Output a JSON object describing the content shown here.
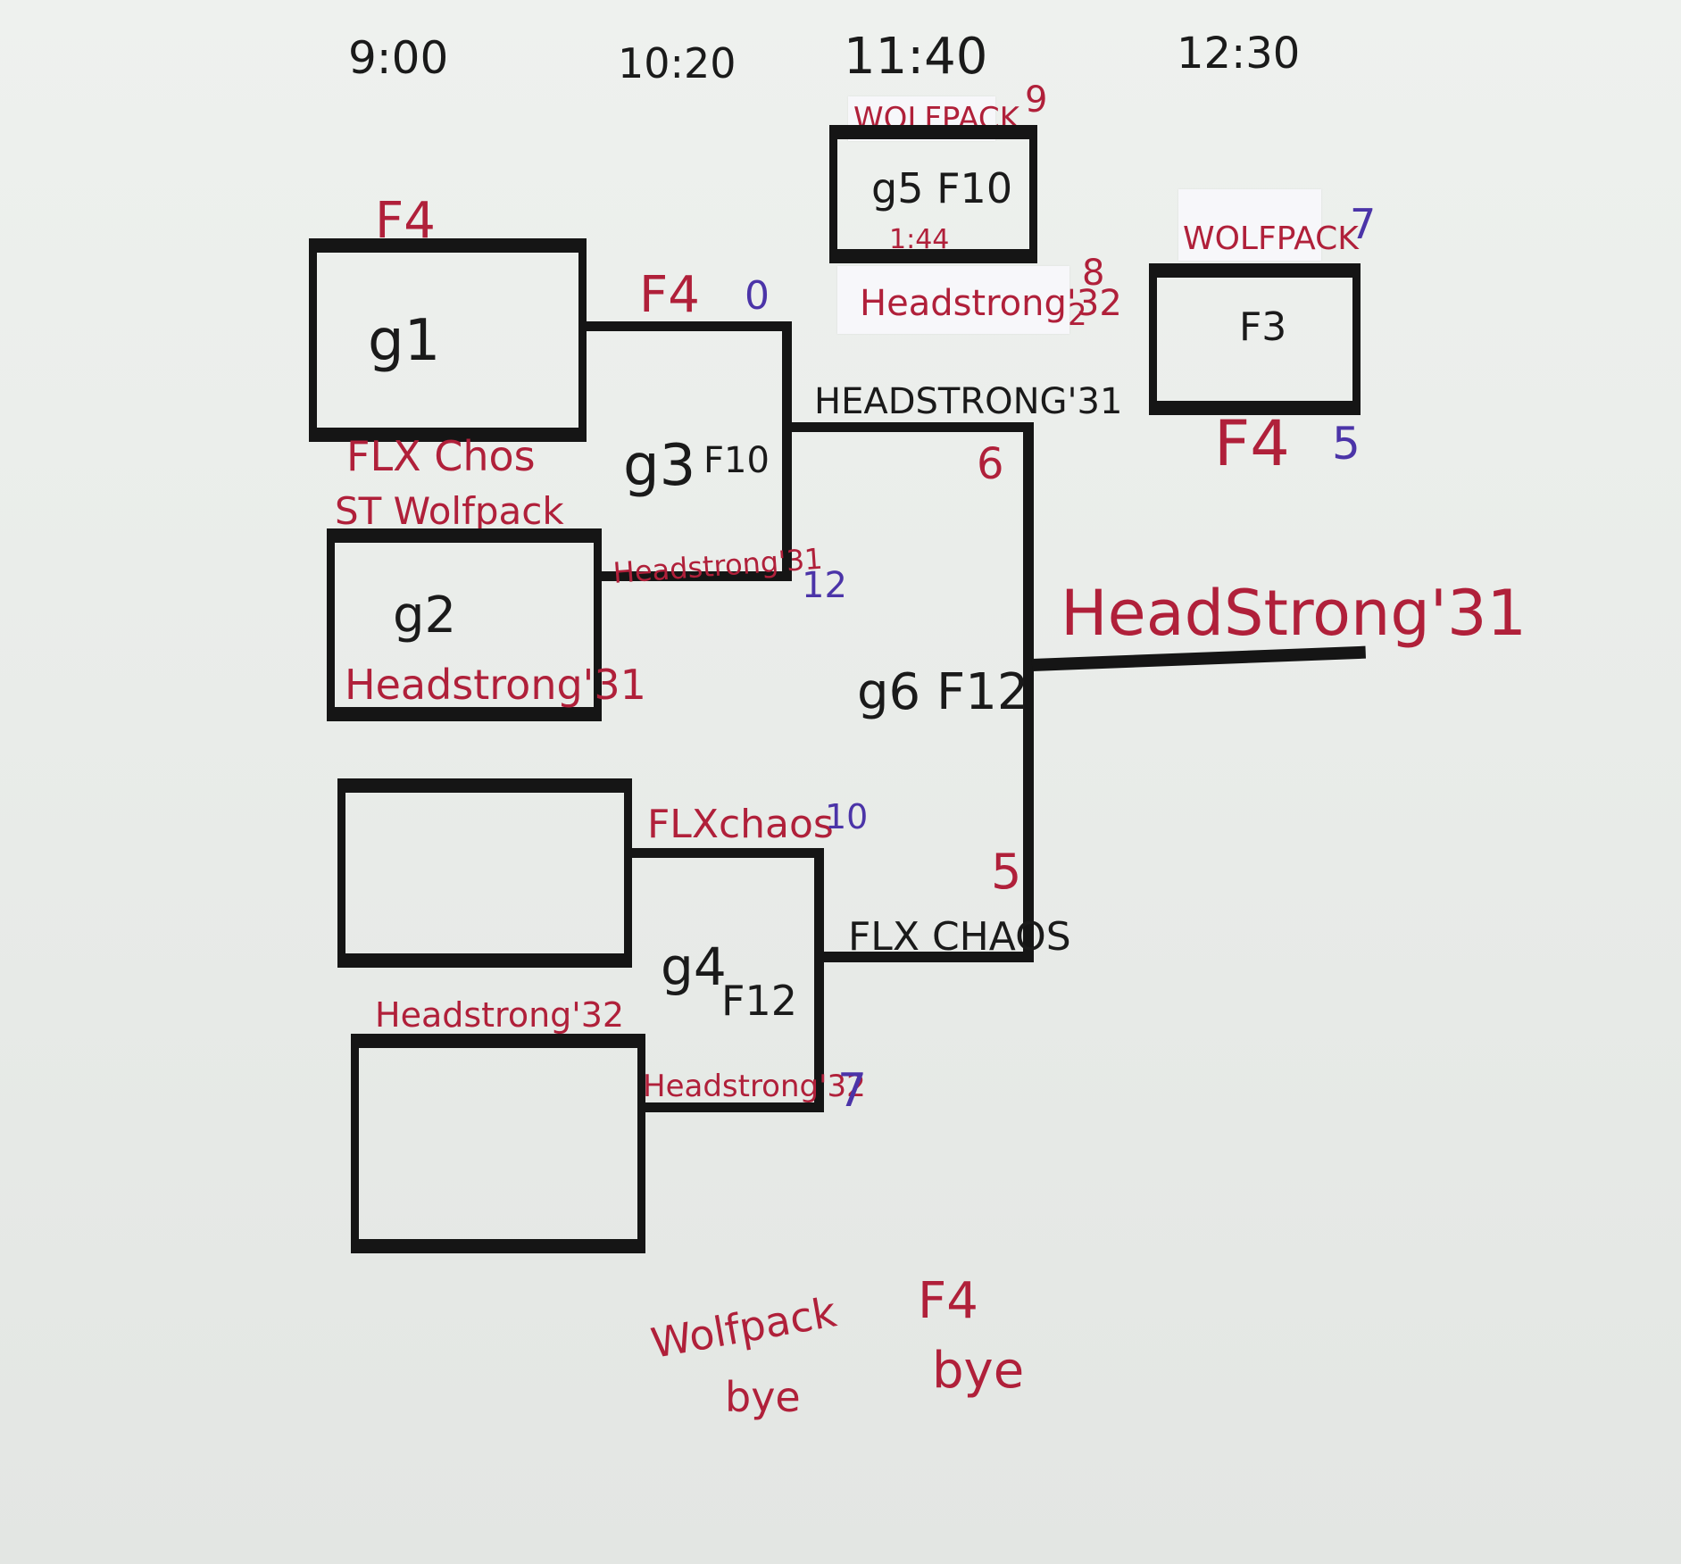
{
  "times": [
    "9:00",
    "10:20",
    "11:40",
    "12:30"
  ],
  "round1": {
    "g1": {
      "label": "g1",
      "top_label": "F4",
      "bottom_label": "FLX Chos"
    },
    "g2": {
      "label": "g2",
      "top_label": "ST Wolfpack",
      "bottom_label": "Headstrong'31"
    },
    "box3": {
      "label": ""
    },
    "box4": {
      "top_label": "Headstrong'32"
    }
  },
  "round2": {
    "g3": {
      "label": "g3",
      "field": "F10",
      "top_team": "F4",
      "top_score": "0",
      "bottom_team": "Headstrong'31",
      "bottom_score": "12"
    },
    "g4": {
      "label": "g4",
      "field": "F12",
      "top_team": "FLXchaos",
      "top_score": "10",
      "bottom_team": "Headstrong'32",
      "bottom_score": "7"
    }
  },
  "round3": {
    "g5": {
      "label": "g5 F10",
      "note": "1:44",
      "top_team": "WOLFPACK",
      "top_score": "9",
      "bottom_team": "Headstrong'32",
      "bottom_score": "8",
      "bottom_note": "2"
    },
    "g6": {
      "label": "g6 F12",
      "top_team": "HEADSTRONG'31",
      "top_score": "6",
      "bottom_team": "FLX CHAOS",
      "bottom_score": "5"
    }
  },
  "champion": "HeadStrong'31",
  "f3": {
    "label": "F3",
    "top_team": "WOLFPACK",
    "top_score": "7",
    "bottom_team": "F4",
    "bottom_score": "5"
  },
  "byes": [
    {
      "team": "Wolfpack",
      "text": "bye"
    },
    {
      "team": "F4",
      "text": "bye"
    }
  ],
  "colors": {
    "ink_black": "#151515",
    "ink_red": "#b0203a",
    "ink_purple": "#4b34a8",
    "board": "#eceeed"
  }
}
